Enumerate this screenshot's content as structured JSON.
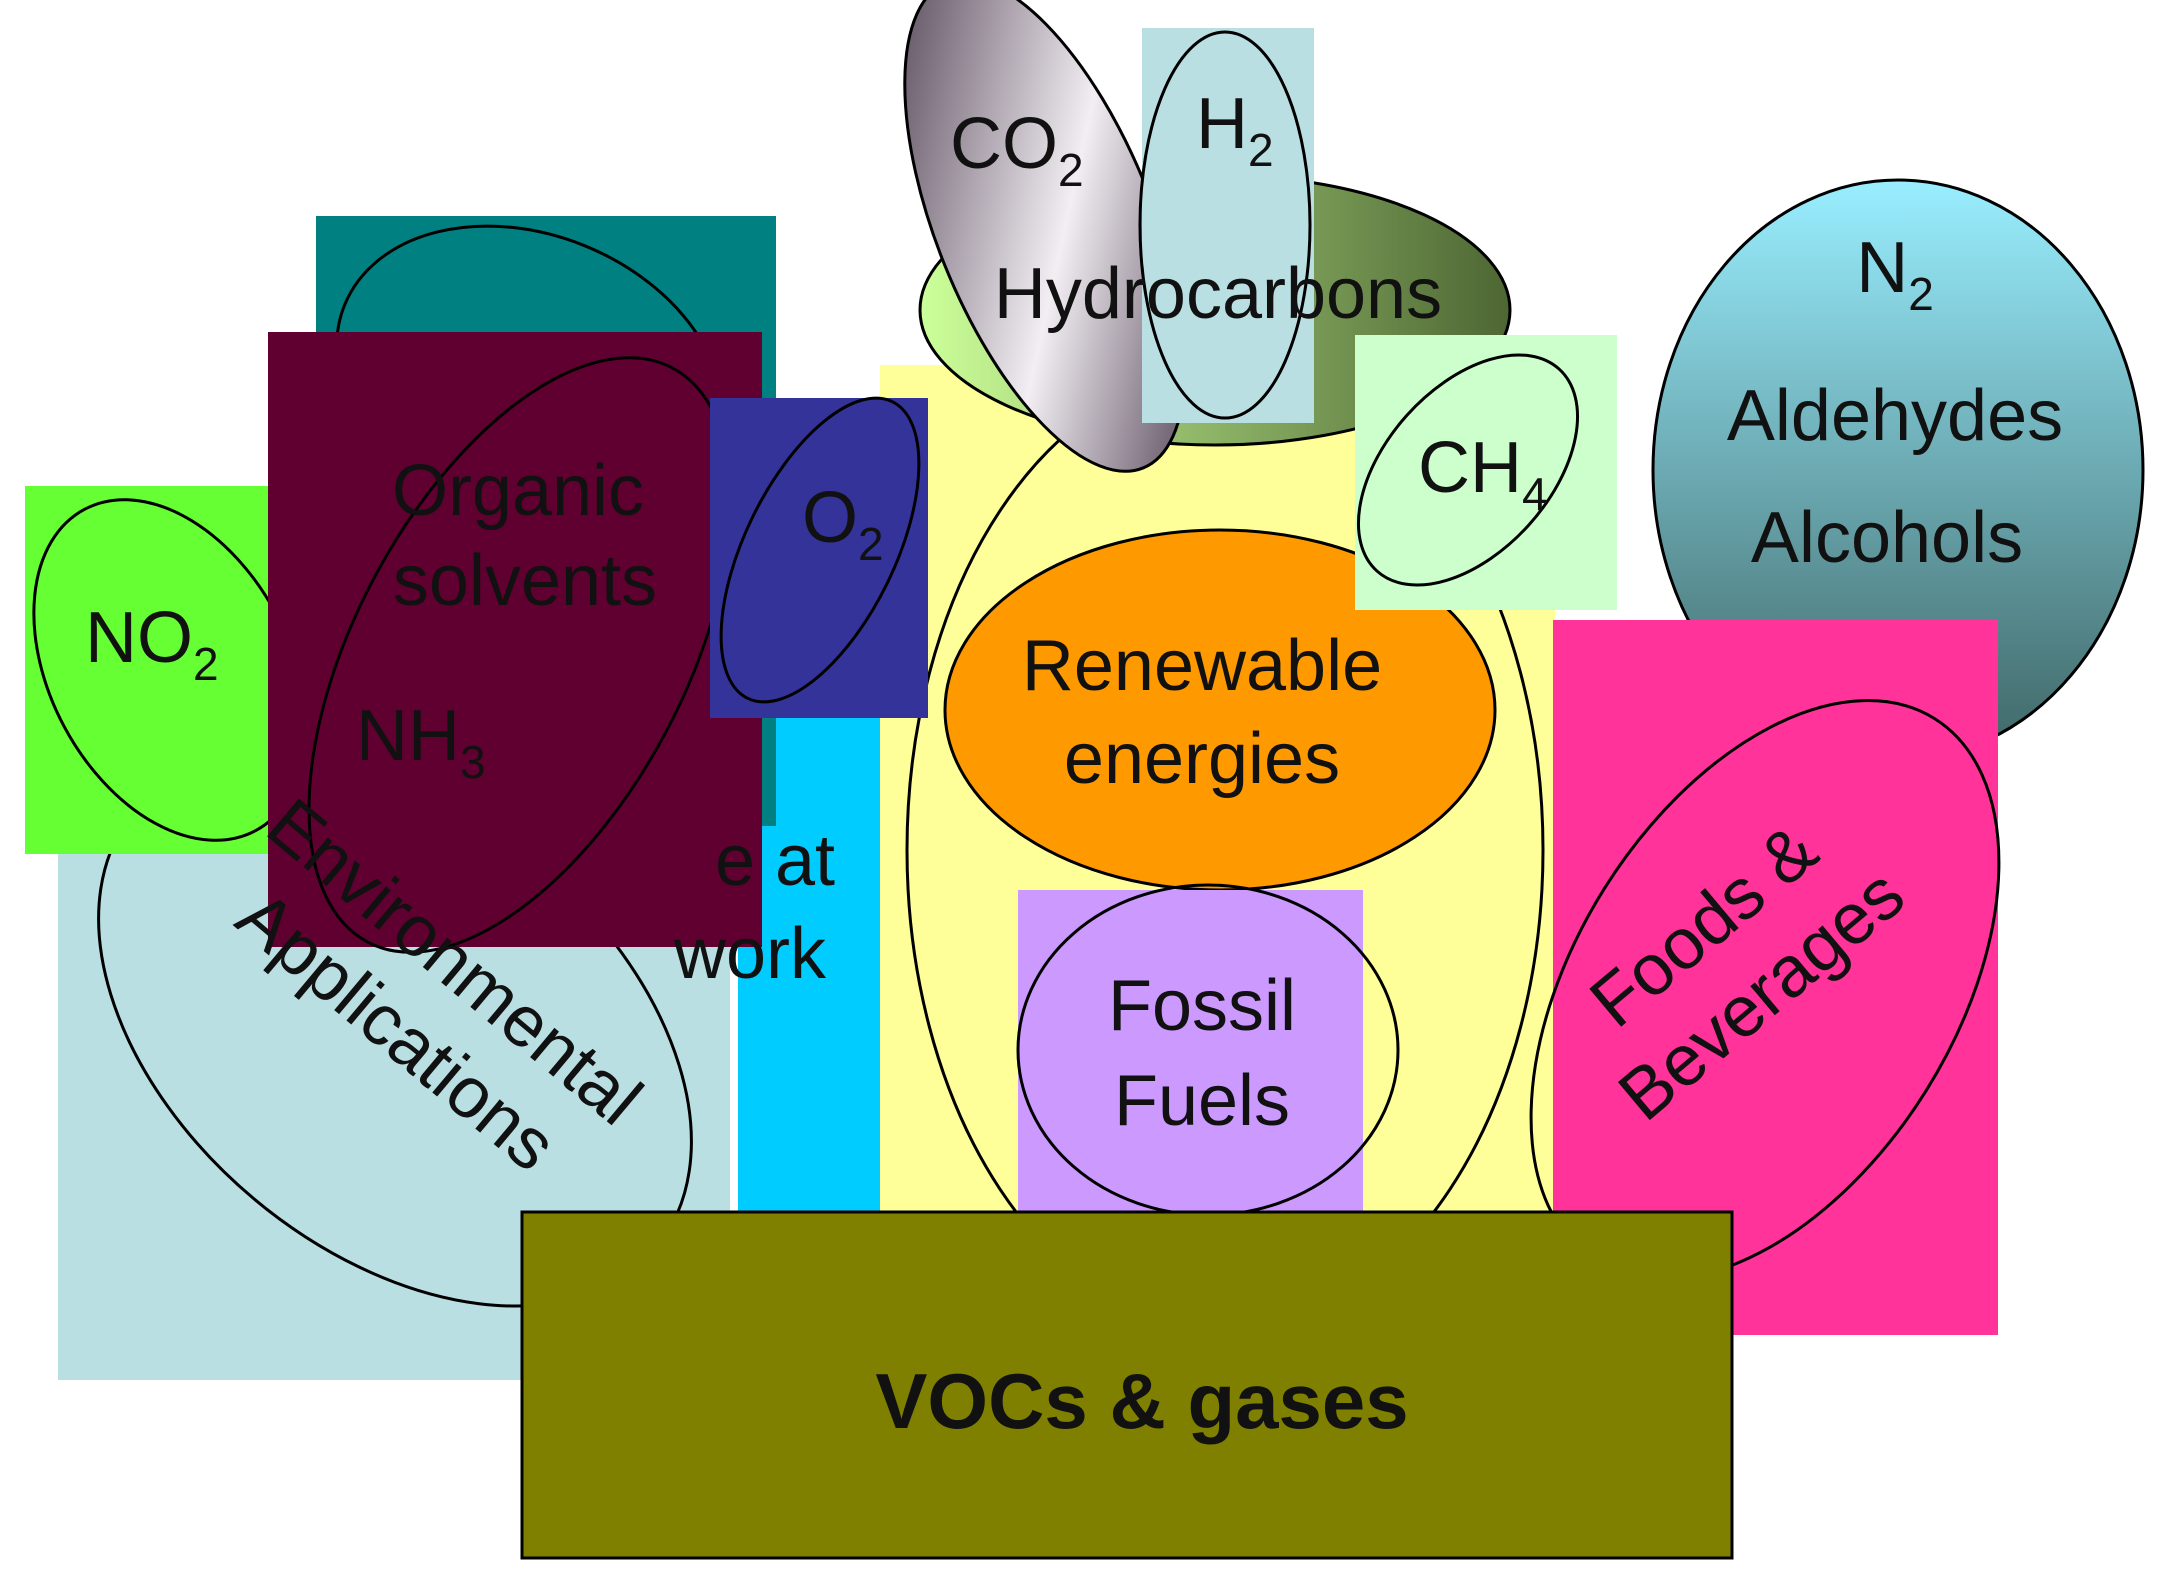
{
  "diagram": {
    "labels": {
      "vocs": "VOCs & gases",
      "environmental_line1": "Environmental",
      "environmental_line2": "Applications",
      "safe_work_line1": "e at",
      "safe_work_line2": "work",
      "renewable_line1": "Renewable",
      "renewable_line2": "energies",
      "fossil_line1": "Fossil",
      "fossil_line2": "Fuels",
      "foods_line1": "Foods &",
      "foods_line2": "Beverages",
      "hydrocarbons": "Hydrocarbons",
      "organic_line1": "Organic",
      "organic_line2": "solvents",
      "n2_base": "N",
      "n2_sub": "2",
      "aldehydes": "Aldehydes",
      "alcohols": "Alcohols",
      "no2_base": "NO",
      "no2_sub": "2",
      "nh3_base": "NH",
      "nh3_sub": "3",
      "o2_base": "O",
      "o2_sub": "2",
      "co2_base": "CO",
      "co2_sub": "2",
      "h2_base": "H",
      "h2_sub": "2",
      "ch4_base": "CH",
      "ch4_sub": "4"
    },
    "colors": {
      "environmental_box": "#b9dfe3",
      "safe_work_box": "#00ccff",
      "energy_box": "#ffff99",
      "renewable": "#ff9900",
      "fossil": "#cc99ff",
      "foods_box": "#ff3399",
      "vocs_box": "#808000",
      "no2_box": "#66ff33",
      "teal_box": "#008080",
      "organic_box": "#600030",
      "o2_box": "#333399",
      "ch4_box": "#ccffcc",
      "h2_box": "#b9dfe3",
      "hydrocarbons_light": "#ccff99",
      "hydrocarbons_dark": "#4d6633",
      "co2_light": "#f2eef3",
      "co2_dark": "#5a4b5c",
      "n2_top": "#99eeff",
      "n2_bottom": "#3f6666"
    }
  }
}
